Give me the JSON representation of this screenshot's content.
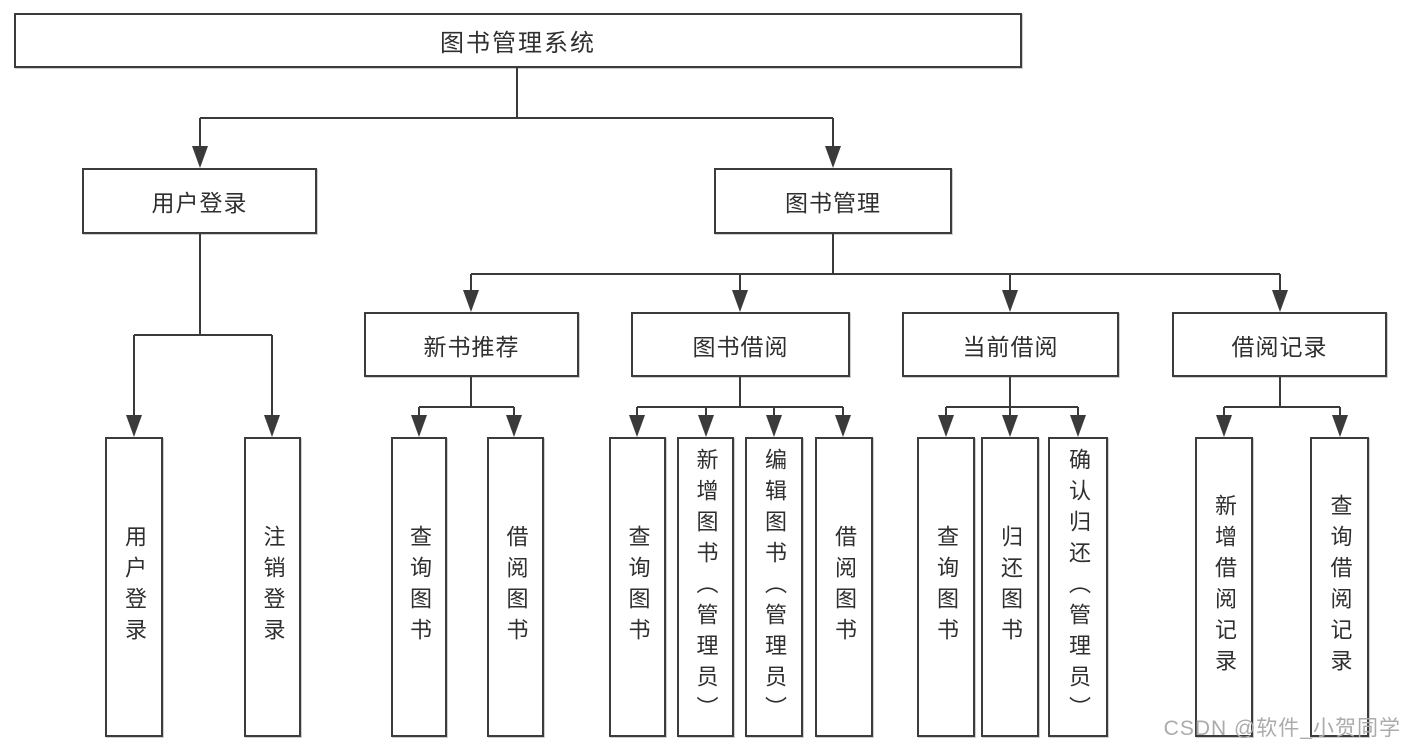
{
  "tree": {
    "root": {
      "label": "图书管理系统"
    },
    "branches": [
      {
        "label": "用户登录",
        "children": [
          {
            "label": "用户登录"
          },
          {
            "label": "注销登录"
          }
        ]
      },
      {
        "label": "图书管理",
        "sections": [
          {
            "label": "新书推荐",
            "children": [
              {
                "label": "查询图书"
              },
              {
                "label": "借阅图书"
              }
            ]
          },
          {
            "label": "图书借阅",
            "children": [
              {
                "label": "查询图书"
              },
              {
                "label": "新增图书（管理员）"
              },
              {
                "label": "编辑图书（管理员）"
              },
              {
                "label": "借阅图书"
              }
            ]
          },
          {
            "label": "当前借阅",
            "children": [
              {
                "label": "查询图书"
              },
              {
                "label": "归还图书"
              },
              {
                "label": "确认归还（管理员）"
              }
            ]
          },
          {
            "label": "借阅记录",
            "children": [
              {
                "label": "新增借阅记录"
              },
              {
                "label": "查询借阅记录"
              }
            ]
          }
        ]
      }
    ]
  },
  "watermark": {
    "text": "CSDN @软件_小贺同学",
    "color": "#ababab"
  },
  "colors": {
    "line": "#3a3a3a",
    "box_border": "#3c3c3c",
    "text": "#2f2f2f",
    "background": "#ffffff"
  }
}
